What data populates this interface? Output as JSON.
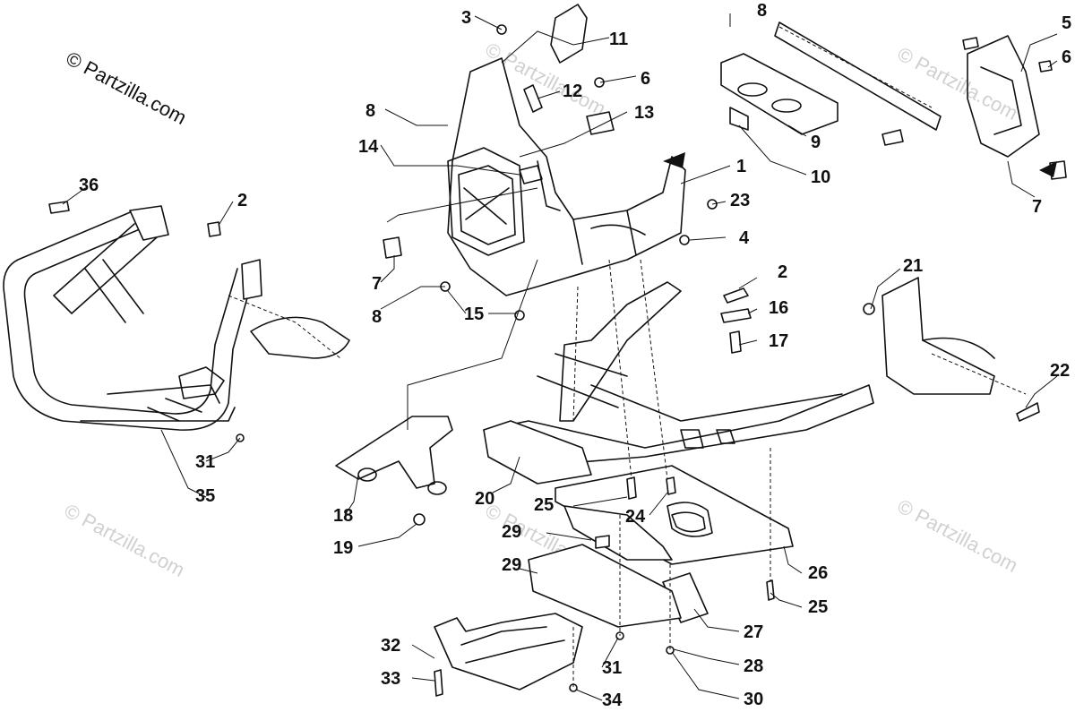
{
  "credit": "© Partzilla.com",
  "watermark": "© Partzilla.com",
  "callouts": [
    "1",
    "2",
    "2",
    "3",
    "4",
    "5",
    "6",
    "6",
    "7",
    "7",
    "8",
    "8",
    "8",
    "9",
    "10",
    "11",
    "12",
    "13",
    "14",
    "15",
    "16",
    "17",
    "18",
    "19",
    "20",
    "21",
    "22",
    "23",
    "24",
    "25",
    "25",
    "26",
    "27",
    "28",
    "29",
    "29",
    "30",
    "31",
    "31",
    "32",
    "33",
    "34",
    "35",
    "36"
  ]
}
